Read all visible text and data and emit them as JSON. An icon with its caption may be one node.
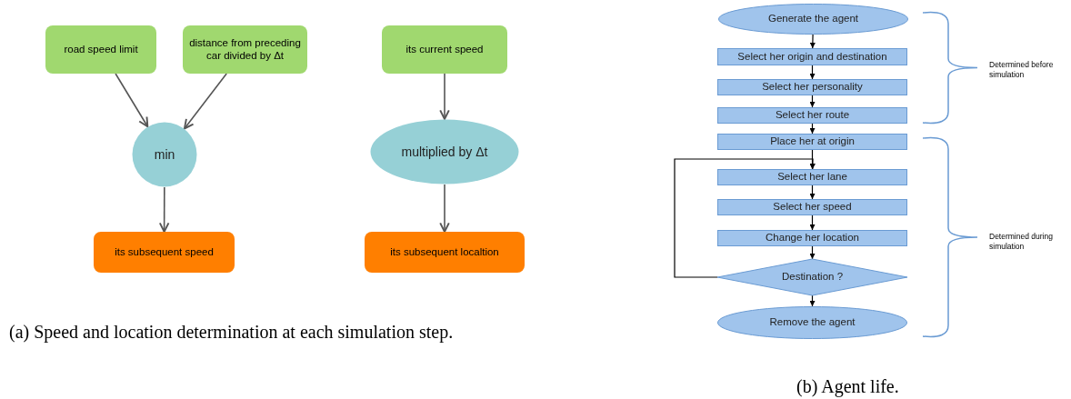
{
  "diagram": {
    "nodes": [
      {
        "text": [
          "road speed limit"
        ]
      },
      {
        "text": [
          "distance from preceding car divided by Δt"
        ]
      },
      {
        "text": [
          "min"
        ]
      },
      {
        "text": [
          "its subsequent speed"
        ]
      },
      {
        "text": [
          "its current speed"
        ]
      },
      {
        "text": [
          "multiplied by Δt"
        ]
      },
      {
        "text": [
          "its subsequent localtion"
        ]
      },
      {
        "text": [
          "Generate the agent"
        ]
      },
      {
        "text": [
          "Select her origin and destination"
        ]
      },
      {
        "text": [
          "Select her personality"
        ]
      },
      {
        "text": [
          "Select her route"
        ]
      },
      {
        "text": [
          "Place her at origin"
        ]
      },
      {
        "text": [
          "Select her lane"
        ]
      },
      {
        "text": [
          "Select her speed"
        ]
      },
      {
        "text": [
          "Change her location"
        ]
      },
      {
        "text": [
          "Destination ?"
        ]
      },
      {
        "text": [
          "Remove the agent"
        ]
      }
    ],
    "edges": [
      {
        "from": 0,
        "to": 2,
        "arrow": "to",
        "color": "#555555"
      },
      {
        "from": 1,
        "to": 2,
        "arrow": "to",
        "color": "#555555"
      },
      {
        "from": 2,
        "to": 3,
        "arrow": "to",
        "color": "#555555"
      },
      {
        "from": 4,
        "to": 5,
        "arrow": "to",
        "color": "#555555"
      },
      {
        "from": 5,
        "to": 6,
        "arrow": "to",
        "color": "#555555"
      },
      {
        "from": 7,
        "to": 8,
        "arrow": "to"
      },
      {
        "from": 8,
        "to": 9,
        "arrow": "to"
      },
      {
        "from": 9,
        "to": 10,
        "arrow": "to"
      },
      {
        "from": 10,
        "to": 11,
        "arrow": "to"
      },
      {
        "from": 11,
        "to": 12,
        "arrow": "to"
      },
      {
        "from": 12,
        "to": 13,
        "arrow": "to"
      },
      {
        "from": 13,
        "to": 14,
        "arrow": "to"
      },
      {
        "from": 14,
        "to": 15,
        "arrow": "to"
      },
      {
        "from": 15,
        "to": 16,
        "arrow": "to"
      },
      {
        "from": 15,
        "to": 12,
        "arrow": "to"
      }
    ],
    "labels": [
      "Determined before simulation",
      "Determined during simulation",
      "(a) Speed and location determination at each simulation step.",
      "(b) Agent life."
    ]
  }
}
